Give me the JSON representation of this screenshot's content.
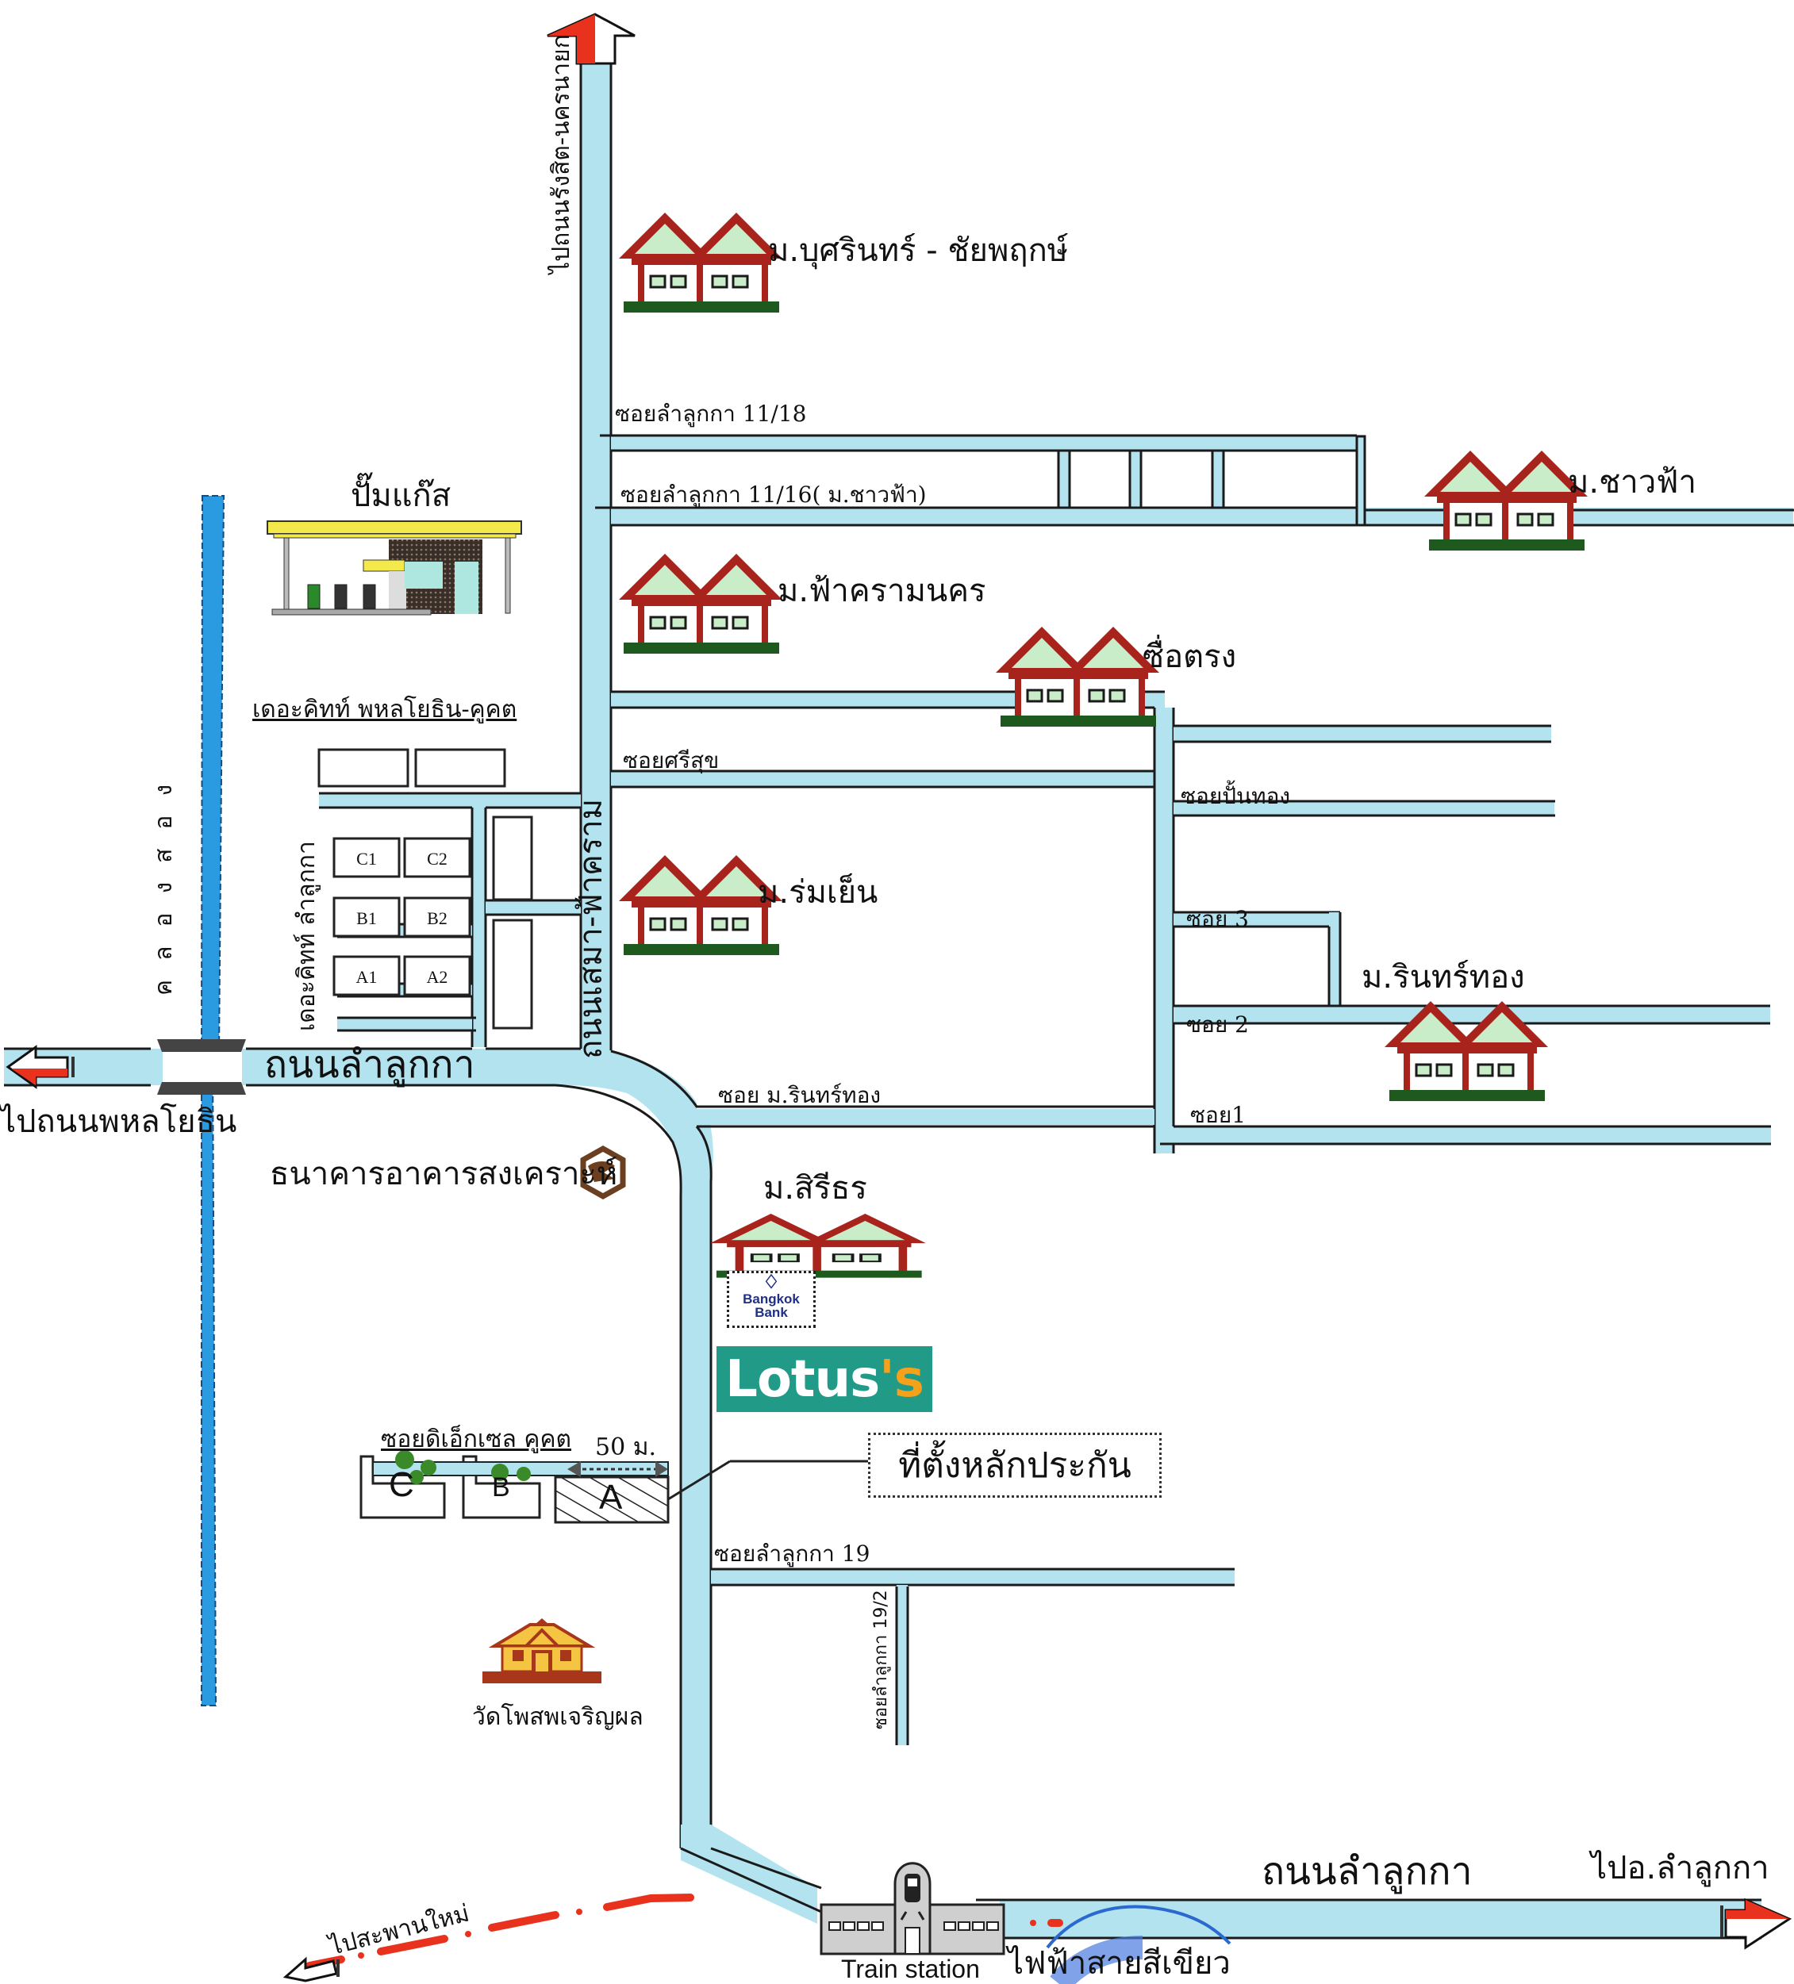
{
  "map": {
    "title": "แผนที่ที่ตั้งหลักประกัน",
    "colors": {
      "road": "#b3e3ef",
      "canal": "#2a9be0",
      "arrow": "#e8321e",
      "house_roof": "#a8231b",
      "house_gable": "#c9ecc9",
      "house_base": "#1e5a1e",
      "rail": "#e8321e",
      "lotus_bg": "#229a88",
      "lotus_accent": "#f5a21a",
      "temple_roof": "#f5c443",
      "temple_base": "#a8361b",
      "bank_icon": "#6b3f1f"
    },
    "roads": {
      "main_vertical": "ถนนเสมา-ฟ้าคราม",
      "to_north": "ไปถนนรังสิต-นครนายก",
      "lamlukka_west": "ถนนลำลูกกา",
      "lamlukka_east": "ถนนลำลูกกา",
      "to_phahonyothin": "ไปถนนพหลโยธิน",
      "to_lamlukka_district": "ไปอ.ลำลูกกา",
      "to_saphan_mai": "ไปสะพานใหม่",
      "canal": "คลองสอง"
    },
    "sois": {
      "soi_11_18": "ซอยลำลูกกา 11/18",
      "soi_11_16": "ซอยลำลูกกา 11/16( ม.ชาวฟ้า)",
      "soi_srisuk": "ซอยศรีสุข",
      "soi_puntong": "ซอยปั้นทอง",
      "soi_3": "ซอย 3",
      "soi_2": "ซอย 2",
      "soi_1": "ซอย1",
      "soi_rintong": "ซอย ม.รินทร์ทอง",
      "soi_19": "ซอยลำลูกกา 19",
      "soi_19_2": "ซอยลำลูกกา 19/2",
      "soi_dexcel": "ซอยดิเอ็กเซล คูคต"
    },
    "landmarks": {
      "busarin": "ม.บุศรินทร์ - ชัยพฤกษ์",
      "chaofa": "ม.ชาวฟ้า",
      "fakram": "ม.ฟ้าครามนคร",
      "suetrong": "ซื่อตรง",
      "romyen": "ม.ร่มเย็น",
      "rintong": "ม.รินทร์ทอง",
      "sirithorn": "ม.สิรีธร",
      "gas_station": "ปั๊มแก๊ส",
      "kith_phahon": "เดอะคิทท์ พหลโยธิน-คูคต",
      "kith_lamlukka": "เดอะคิทท์ ลำลูกกา",
      "ghb_bank": "ธนาคารอาคารสงเคราะห์",
      "bangkok_bank_line1": "Bangkok",
      "bangkok_bank_line2": "Bank",
      "lotus": "Lotus",
      "lotus_suffix": "'s",
      "temple": "วัดโพสพเจริญผล",
      "train_station": "Train station",
      "green_line": "ไฟฟ้าสายสีเขียว",
      "collateral": "ที่ตั้งหลักประกัน",
      "distance": "50 ม."
    },
    "kith_units": [
      "C1",
      "C2",
      "B1",
      "B2",
      "A1",
      "A2"
    ],
    "dexcel_plots": [
      "C",
      "B",
      "A"
    ]
  }
}
